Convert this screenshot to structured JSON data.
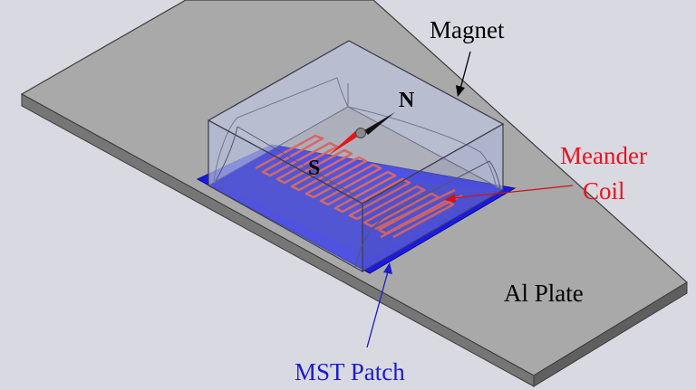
{
  "labels": {
    "magnet": "Magnet",
    "north": "N",
    "south": "S",
    "meander_line1": "Meander",
    "meander_line2": "Coil",
    "al_plate": "Al Plate",
    "mst_patch": "MST Patch"
  },
  "colors": {
    "background": "#d9d9e2",
    "plate_top": "#a9a9a9",
    "plate_side": "#6f6f6f",
    "patch": "#1a1ae6",
    "coil": "#e83c2a",
    "magnet_glass": "#b4bedc",
    "label_default": "#000000",
    "label_meander": "#e8141e",
    "label_mst": "#1b1bd0"
  }
}
